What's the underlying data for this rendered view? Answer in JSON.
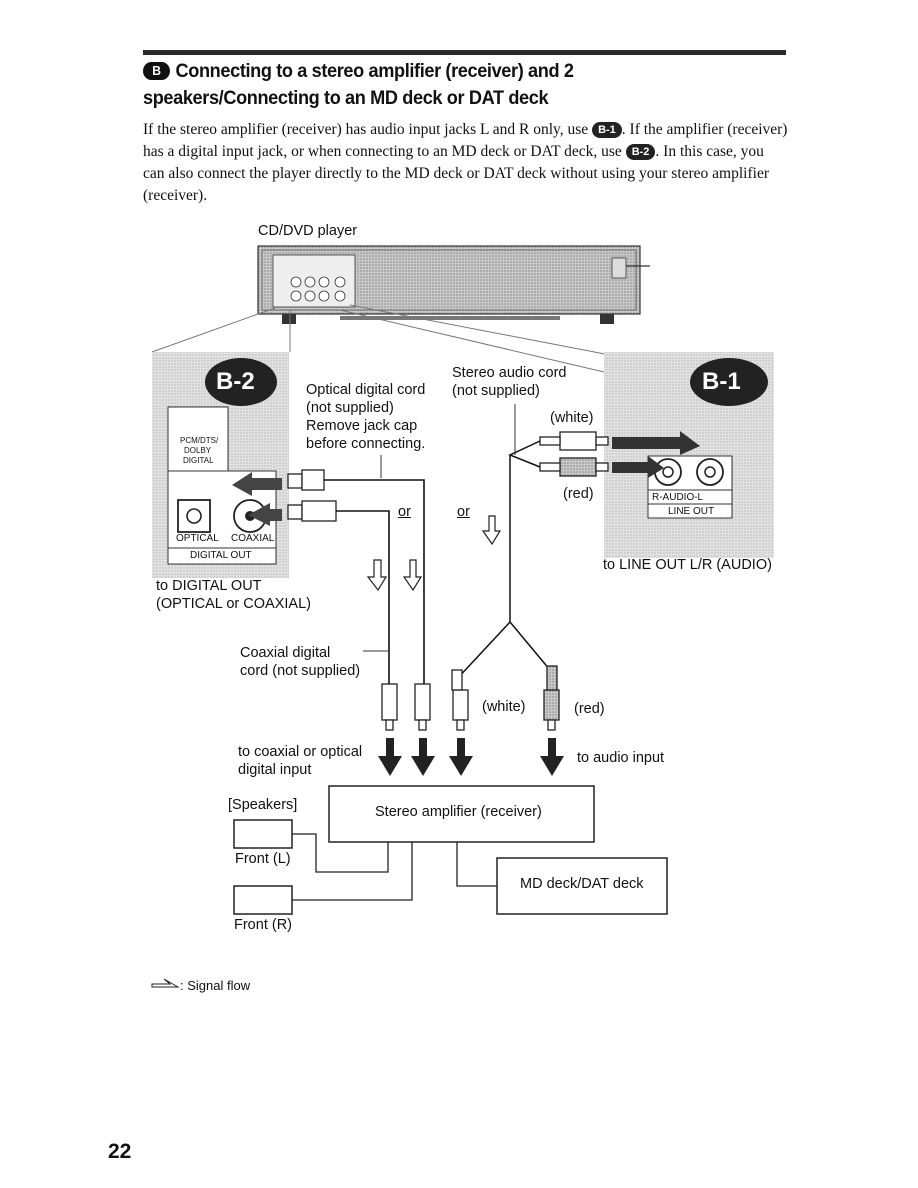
{
  "section": {
    "badge": "B",
    "title": "Connecting to a stereo amplifier (receiver) and 2 speakers/Connecting to an MD deck or DAT deck"
  },
  "intro": {
    "part1": "If the stereo amplifier (receiver) has audio input jacks L and R only, use",
    "badge1": "B-1",
    "part2": ". If the amplifier (receiver) has a digital input jack, or when connecting to an MD deck or DAT deck, use",
    "badge2": "B-2",
    "part3": ". In this case, you can also connect the player directly to the MD deck or DAT deck without using your stereo amplifier (receiver)."
  },
  "diagram": {
    "player_label": "CD/DVD player",
    "badge_b2": "B-2",
    "badge_b1": "B-1",
    "optical_cord": [
      "Optical digital cord",
      "(not supplied)",
      "Remove jack cap",
      "before connecting."
    ],
    "stereo_cord": [
      "Stereo audio cord",
      "(not supplied)"
    ],
    "white": "(white)",
    "red": "(red)",
    "or": "or",
    "pcm_label": [
      "PCM/DTS/",
      "DOLBY",
      "DIGITAL"
    ],
    "optical": "OPTICAL",
    "coaxial": "COAXIAL",
    "digital_out": "DIGITAL OUT",
    "to_digital_out": [
      "to DIGITAL OUT",
      "(OPTICAL or COAXIAL)"
    ],
    "r_audio_l": "R-AUDIO-L",
    "line_out": "LINE OUT",
    "to_line_out": "to LINE OUT L/R (AUDIO)",
    "coax_cord": [
      "Coaxial digital",
      "cord (not supplied)"
    ],
    "to_coax_optical": [
      "to coaxial or optical",
      "digital input"
    ],
    "to_audio_input": "to audio input",
    "speakers": "[Speakers]",
    "amplifier": "Stereo amplifier (receiver)",
    "front_l": "Front (L)",
    "front_r": "Front (R)",
    "md_deck": "MD deck/DAT deck",
    "legend": ": Signal flow"
  },
  "page_number": "22"
}
